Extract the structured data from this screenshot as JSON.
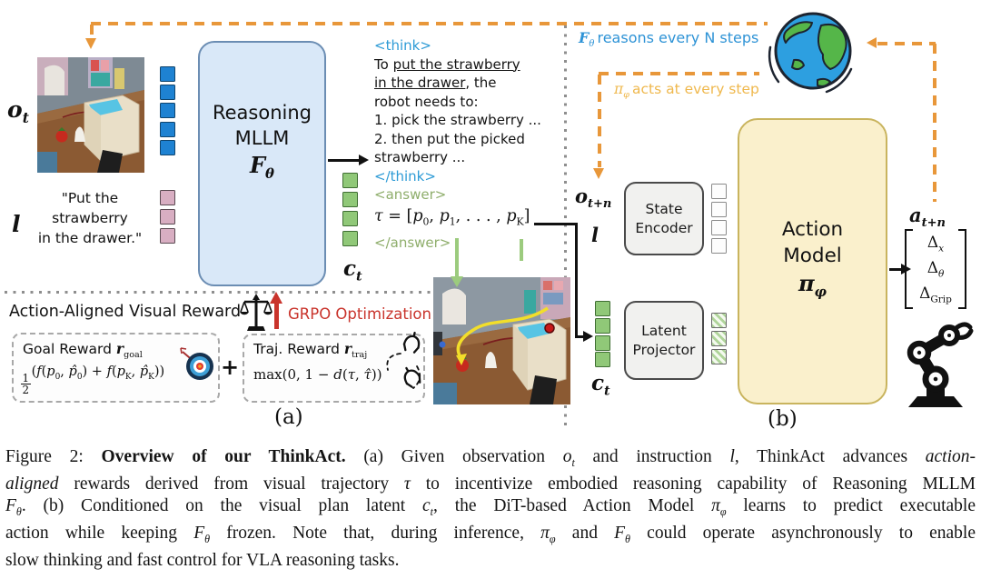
{
  "figure": {
    "panel_a_label": "(a)",
    "panel_b_label": "(b)"
  },
  "colors": {
    "loop_orange": "#E8973A",
    "think_blue": "#2E9BD6",
    "answer_green": "#8FAE6C",
    "grpo_red": "#C9342C",
    "acts_orange": "#EFB84D",
    "token_blue": "#1E82D2",
    "token_pink": "#D8AEC2",
    "token_green": "#90C878",
    "mllm_fill": "#D9E8F8",
    "action_fill": "#FAF0CC"
  },
  "tokens": {
    "observation_count": 5,
    "instruction_count": 3,
    "plan_count": 4,
    "state_count": 4,
    "plan_b_count": 4,
    "latent_count": 3
  },
  "instruction": {
    "line1": "\"Put the",
    "line2": "strawberry",
    "line3": "in the drawer.\""
  },
  "mllm": {
    "line1": "Reasoning",
    "line2": "MLLM"
  },
  "think": {
    "open": "<think>",
    "line3": "robot needs to:",
    "line4": "1. pick the strawberry ...",
    "line5": "2. then put the picked",
    "line6": "strawberry ...",
    "close": "</think>",
    "answer_open": "<answer>",
    "answer_close": "</answer>"
  },
  "reward": {
    "title": "Action-Aligned Visual Reward",
    "grpo": "GRPO Optimization",
    "plus": "+"
  },
  "encoder": {
    "line1": "State",
    "line2": "Encoder"
  },
  "projector": {
    "line1": "Latent",
    "line2": "Projector"
  },
  "action": {
    "line1": "Action",
    "line2": "Model"
  },
  "icons": {
    "scale": "balance-scale-icon",
    "target": "goal-target-icon",
    "grippers": "gripper-trajectory-icon",
    "earth": "environment-globe-icon",
    "robot": "robot-arm-icon"
  },
  "rich": {
    "o_t": [
      {
        "t": "o",
        "i": 1,
        "b": 1
      },
      {
        "t": "t",
        "sub": 1,
        "i": 1,
        "b": 1
      }
    ],
    "l_label": [
      {
        "t": "l",
        "i": 1,
        "b": 1
      }
    ],
    "c_t": [
      {
        "t": "c",
        "i": 1,
        "b": 1
      },
      {
        "t": "t",
        "sub": 1,
        "i": 1,
        "b": 1
      }
    ],
    "o_tn": [
      {
        "t": "o",
        "i": 1,
        "b": 1
      },
      {
        "t": "t+n",
        "sub": 1,
        "i": 1,
        "b": 1
      }
    ],
    "a_tn": [
      {
        "t": "a",
        "i": 1,
        "b": 1
      },
      {
        "t": "t+n",
        "sub": 1,
        "i": 1,
        "b": 1
      }
    ],
    "f_theta_box": [
      {
        "t": "F",
        "i": 1,
        "b": 1
      },
      {
        "t": "θ",
        "sub": 1,
        "i": 1,
        "b": 1
      }
    ],
    "pi_phi_box": [
      {
        "t": "π",
        "i": 1,
        "b": 1
      },
      {
        "t": "φ",
        "sub": 1,
        "i": 1,
        "b": 1
      }
    ],
    "loop_top": [
      {
        "t": "F",
        "i": 1,
        "b": 1,
        "f": "serif"
      },
      {
        "t": "θ ",
        "sub": 1,
        "i": 1,
        "f": "serif"
      },
      {
        "t": " reasons every N steps"
      }
    ],
    "loop_act": [
      {
        "t": "π",
        "i": 1,
        "f": "serif"
      },
      {
        "t": "φ ",
        "sub": 1,
        "i": 1,
        "f": "serif"
      },
      {
        "t": " acts at every step"
      }
    ],
    "think_l1": [
      {
        "t": "To "
      },
      {
        "t": "put the strawberry",
        "u": 1
      }
    ],
    "think_l2": [
      {
        "t": "in the drawer",
        "u": 1
      },
      {
        "t": ", the"
      }
    ],
    "tau_formula": [
      {
        "t": "τ",
        "i": 1
      },
      {
        "t": " = ["
      },
      {
        "t": "p",
        "i": 1
      },
      {
        "t": "0",
        "sub": 1
      },
      {
        "t": ", "
      },
      {
        "t": "p",
        "i": 1
      },
      {
        "t": "1",
        "sub": 1
      },
      {
        "t": ", . . . , "
      },
      {
        "t": "p",
        "i": 1
      },
      {
        "t": "K",
        "sub": 1
      },
      {
        "t": "]"
      }
    ],
    "goal_label": [
      {
        "t": "Goal Reward  "
      },
      {
        "t": "r",
        "i": 1,
        "b": 1,
        "f": "serif"
      },
      {
        "t": "goal",
        "sub": 1,
        "f": "serif"
      }
    ],
    "goal_formula": [
      {
        "frac": [
          "1",
          "2"
        ]
      },
      {
        "t": "("
      },
      {
        "t": "f",
        "i": 1
      },
      {
        "t": "("
      },
      {
        "t": "p",
        "i": 1
      },
      {
        "t": "0",
        "sub": 1
      },
      {
        "t": ", "
      },
      {
        "t": "p̂",
        "i": 1
      },
      {
        "t": "0",
        "sub": 1
      },
      {
        "t": ") + "
      },
      {
        "t": "f",
        "i": 1
      },
      {
        "t": "("
      },
      {
        "t": "p",
        "i": 1
      },
      {
        "t": "K",
        "sub": 1
      },
      {
        "t": ", "
      },
      {
        "t": "p̂",
        "i": 1
      },
      {
        "t": "K",
        "sub": 1
      },
      {
        "t": "))"
      }
    ],
    "traj_label": [
      {
        "t": "Traj. Reward  "
      },
      {
        "t": "r",
        "i": 1,
        "b": 1,
        "f": "serif"
      },
      {
        "t": "traj",
        "sub": 1,
        "f": "serif"
      }
    ],
    "traj_formula": [
      {
        "t": "max(0, 1 − "
      },
      {
        "t": "d",
        "i": 1
      },
      {
        "t": "("
      },
      {
        "t": "τ",
        "i": 1
      },
      {
        "t": ", "
      },
      {
        "t": "τ̂",
        "i": 1
      },
      {
        "t": "))"
      }
    ],
    "delta_x": [
      {
        "t": "Δ"
      },
      {
        "t": "x",
        "sub": 1,
        "i": 1
      }
    ],
    "delta_theta": [
      {
        "t": "Δ"
      },
      {
        "t": "θ",
        "sub": 1,
        "i": 1
      }
    ],
    "delta_grip": [
      {
        "t": "Δ"
      },
      {
        "t": "Grip",
        "sub": 1
      }
    ],
    "cap1": [
      {
        "t": "Figure 2: "
      },
      {
        "t": "Overview of our ThinkAct.",
        "b": 1
      },
      {
        "t": " (a) Given observation "
      },
      {
        "t": "o",
        "i": 1
      },
      {
        "t": "t",
        "sub": 1,
        "i": 1
      },
      {
        "t": " and instruction "
      },
      {
        "t": "l",
        "i": 1
      },
      {
        "t": ", ThinkAct advances "
      },
      {
        "t": "action-",
        "i": 1
      }
    ],
    "cap2": [
      {
        "t": "aligned",
        "i": 1
      },
      {
        "t": " rewards derived from visual trajectory "
      },
      {
        "t": "τ",
        "i": 1
      },
      {
        "t": " to incentivize embodied reasoning capability of Reasoning MLLM"
      }
    ],
    "cap3": [
      {
        "t": "F",
        "i": 1
      },
      {
        "t": "θ",
        "sub": 1,
        "i": 1
      },
      {
        "t": ". (b) Conditioned on the visual plan latent "
      },
      {
        "t": "c",
        "i": 1
      },
      {
        "t": "t",
        "sub": 1,
        "i": 1
      },
      {
        "t": ", the DiT-based Action Model "
      },
      {
        "t": "π",
        "i": 1
      },
      {
        "t": "φ",
        "sub": 1,
        "i": 1
      },
      {
        "t": " learns to predict executable"
      }
    ],
    "cap4": [
      {
        "t": "action while keeping "
      },
      {
        "t": "F",
        "i": 1
      },
      {
        "t": "θ",
        "sub": 1,
        "i": 1
      },
      {
        "t": " frozen. Note that, during inference, "
      },
      {
        "t": "π",
        "i": 1
      },
      {
        "t": "φ",
        "sub": 1,
        "i": 1
      },
      {
        "t": " and "
      },
      {
        "t": "F",
        "i": 1
      },
      {
        "t": "θ",
        "sub": 1,
        "i": 1
      },
      {
        "t": " could operate asynchronously to enable"
      }
    ],
    "cap5": [
      {
        "t": "slow thinking and fast control for VLA reasoning tasks."
      }
    ]
  }
}
